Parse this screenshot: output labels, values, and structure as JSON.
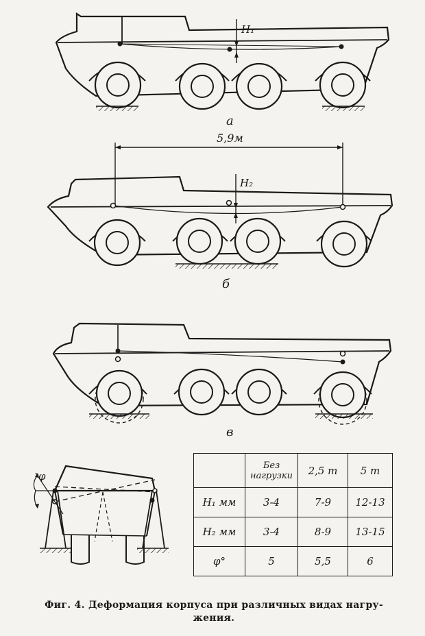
{
  "labels": {
    "view_a": "а",
    "view_b": "б",
    "view_c": "в",
    "dim_59": "5,9м",
    "h1": "H₁",
    "h2": "H₂",
    "phi": "φ"
  },
  "table": {
    "header": [
      "",
      "Без нагрузки",
      "2,5 т",
      "5 т"
    ],
    "rows": [
      {
        "label": "H₁ мм",
        "values": [
          "3-4",
          "7-9",
          "12-13"
        ]
      },
      {
        "label": "H₂ мм",
        "values": [
          "3-4",
          "8-9",
          "13-15"
        ]
      },
      {
        "label": "φ°",
        "values": [
          "5",
          "5,5",
          "6"
        ]
      }
    ]
  },
  "caption": {
    "line1": "Фиг. 4. Деформация корпуса при различных видах нагру-",
    "line2": "жения."
  }
}
